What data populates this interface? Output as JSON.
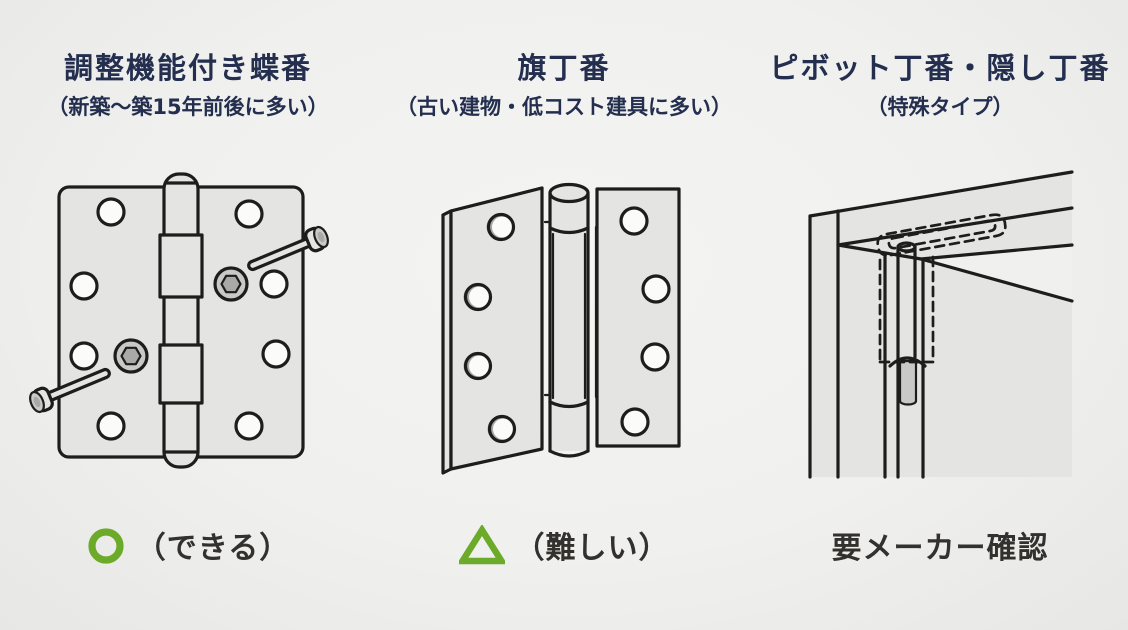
{
  "background": "#f0f0ee",
  "colors": {
    "heading": "#242f4f",
    "outline": "#1d1d1b",
    "green": "#6caa29",
    "verdict_text": "#32312d",
    "fill_light": "#e4e4e2",
    "fill_mid": "#c9c9c7",
    "fill_dark": "#a9a9a7",
    "fill_white": "#fbfbf9"
  },
  "columns": [
    {
      "title": "調整機能付き蝶番",
      "subtitle": "（新築〜築15年前後に多い）",
      "illustration": "adjustable-hinge",
      "verdict_mark": "circle",
      "verdict_text": "（できる）"
    },
    {
      "title": "旗丁番",
      "subtitle": "（古い建物・低コスト建具に多い）",
      "illustration": "flag-hinge",
      "verdict_mark": "triangle",
      "verdict_text": "（難しい）"
    },
    {
      "title": "ピボット丁番・隠し丁番",
      "subtitle": "（特殊タイプ）",
      "illustration": "pivot-hinge",
      "verdict_mark": "none",
      "verdict_text": "要メーカー確認"
    }
  ]
}
